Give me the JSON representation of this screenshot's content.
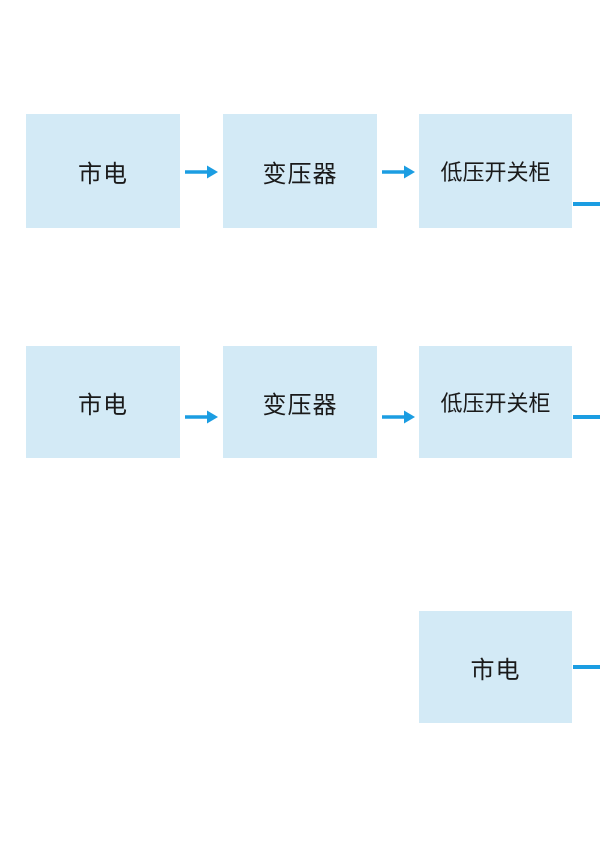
{
  "colors": {
    "accent": "#1b9de2",
    "box-fill": "#d3eaf6",
    "text": "#1a1a1a",
    "background": "#ffffff"
  },
  "diagram": {
    "type": "flowchart-power-distribution",
    "nodes": {
      "mains_1": "市电",
      "transformer_1": "变压器",
      "switchgear_1": "低压开关柜",
      "mains_2": "市电",
      "transformer_2": "变压器",
      "switchgear_2": "低压开关柜",
      "mains_3": "市电"
    },
    "flows": [
      "市电 → 变压器 → 低压开关柜 → (右侧延续)",
      "市电 → 变压器 → 低压开关柜 → (右侧延续)",
      "市电 → (右侧延续)"
    ]
  }
}
